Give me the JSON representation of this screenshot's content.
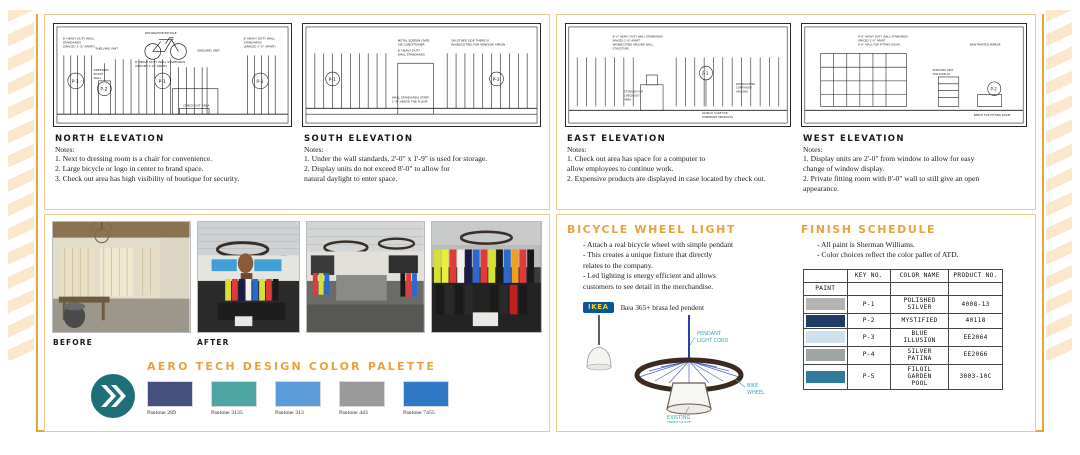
{
  "palette_colors": {
    "accent_gold": "#e8a33d",
    "logo_teal": "#1f6f78",
    "border": "#e8c98f"
  },
  "elevations": [
    {
      "title": "North Elevation",
      "notes_label": "Notes:",
      "notes": [
        "1. Next to dressing room is a chair for convenience.",
        "2. Large bicycle or logo in center to brand space.",
        "3. Check out area has high visibility of  boutique for security."
      ],
      "drawing_labels": [
        "8' HEAVY DUTY WALL STANDARDS\n(SPACED 1'-0\" APART)",
        "SHELVING UNIT",
        "DECORATIVE BICYCLE",
        "8' HEAVY DUTY WALL STANDARDS\n(SPACED 1'-0\" APART)",
        "SHELVING UNIT",
        "DRESSING ROOM WALL",
        "CHECK OUT AREA",
        "P-1",
        "P-2",
        "P-1",
        "P-1"
      ]
    },
    {
      "title": "South Elevation",
      "notes_label": "Notes:",
      "notes": [
        "1. Under the wall standards, 2'-0\" x 1'-9\" is used for storage.",
        "2. Display units do not exceed 8'-0\" to allow for\n    natural daylight to enter space."
      ],
      "drawing_labels": [
        "METAL SCREEN OVER AIR CONDITIONER",
        "ON OTHER SIDE THERE IS WAINSCOTING FOR WINDOW APRON",
        "8' HEAVY DUTY WALL STANDARDS",
        "WALL STANDARDS START 1'-9\" ABOVE THE FLOOR",
        "P-1",
        "P-3"
      ]
    },
    {
      "title": "East Elevation",
      "notes_label": "Notes:",
      "notes": [
        "1. Check out area has space for a computer to\n    allow employees to continue work.",
        "2.  Expensive products are displayed in case located by check out."
      ],
      "drawing_labels": [
        "8'-0\" HEAVY DUTY WALL STANDARDS SPACED 1'-0\" APART",
        "WAINSCOTING AROUND WALL STRUCTURE",
        "WAINSCOTING CONTINUES AROUND",
        "DISPLAY CASE FOR EXPENSIVE PRODUCTS",
        "STORAGE FOR CHECK OUT AREA",
        "P-1",
        "P-4"
      ]
    },
    {
      "title": "West Elevation",
      "notes_label": "Notes:",
      "notes": [
        "1. Display units are 2'-0\" from window to allow for easy\n    change of  window display.",
        "2. Private fitting room with 8'-0\" wall to still give an open\n    appearance."
      ],
      "drawing_labels": [
        "8'-0\" HEAVY DUTY WALL STANDARDS SPACED 1'-0\" APART",
        "8'-0\" WALL FOR FITTING ROOM",
        "NEW PAINTED MIRROR",
        "SHELVING UNIT FOR DISPLAY",
        "BENCH FOR FITTING ROOM",
        "P-1",
        "P-2"
      ]
    }
  ],
  "photos": {
    "items": [
      {
        "name": "before-empty-room",
        "alt": "Empty retail space with bare walls and curtained windows"
      },
      {
        "name": "after-retail-floor",
        "alt": "Renovated boutique with bicycle wheel pendant lights and apparel racks"
      },
      {
        "name": "after-interior-wide",
        "alt": "Boutique interior with checkout counter and merchandise"
      },
      {
        "name": "after-apparel-display",
        "alt": "Colorful cycling apparel on display racks"
      }
    ],
    "caption_before": "Before",
    "caption_after": "After"
  },
  "palette": {
    "title": "Aero Tech Design Color Palette",
    "logo_name": "aero-tech-logo",
    "swatches": [
      {
        "hex": "#46507f",
        "label": "Pantone 289"
      },
      {
        "hex": "#4ea3a3",
        "label": "Pantone 3135"
      },
      {
        "hex": "#5b9bd9",
        "label": "Pantone 313"
      },
      {
        "hex": "#9a9a9a",
        "label": "Pantone 443"
      },
      {
        "hex": "#2f79c4",
        "label": "Pantone 7455"
      }
    ]
  },
  "bicycle_light": {
    "title": "Bicycle wheel light",
    "bullets": [
      "- Attach a real bicycle wheel with simple pendant",
      "- This creates a unique fixture that directly\n   relates to the company.",
      "- Led lighting is energy efficient and allows\n   customers to see detail in the merchandise."
    ],
    "ikea_logo_text": "IKEA",
    "ikea_caption": "Ikea 365+ brasa led pendent",
    "sketch_annotations": [
      "PENDANT LIGHT CORD",
      "BIKE WHEEL",
      "EXISTING PENDANT"
    ]
  },
  "finish_schedule": {
    "title": "Finish Schedule",
    "bullets": [
      "- All paint is Sherman Williams.",
      "- Color choices reflect the color pallet of  ATD."
    ],
    "table": {
      "headers": [
        "",
        "KEY NO.",
        "COLOR NAME",
        "PRODUCT NO."
      ],
      "section_label": "PAINT",
      "rows": [
        {
          "swatch": "#b4b4b4",
          "key": "P-1",
          "name": "POLISHED\nSILVER",
          "product": "4008-13"
        },
        {
          "swatch": "#1f3a63",
          "key": "P-2",
          "name": "MYSTIFIED",
          "product": "40118"
        },
        {
          "swatch": "#cfe0ec",
          "key": "P-3",
          "name": "BLUE\nILLUSION",
          "product": "EE2064"
        },
        {
          "swatch": "#9fa5a3",
          "key": "P-4",
          "name": "SILVER\nPATINA",
          "product": "EE2066"
        },
        {
          "swatch": "#2e7b9b",
          "key": "P-5",
          "name": "FILOIL\nGARDEN\nPOOL",
          "product": "3003-10C"
        }
      ]
    }
  }
}
